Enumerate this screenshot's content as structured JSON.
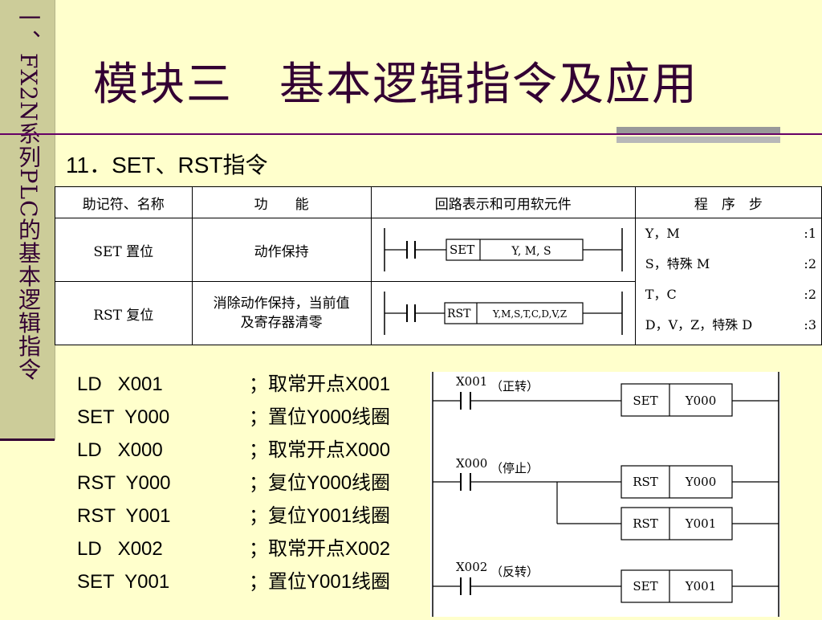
{
  "sidebar": {
    "text": "一、FX2N系列PLC的基本逻辑指令"
  },
  "title": "模块三　基本逻辑指令及应用",
  "subtitle": "11．SET、RST指令",
  "table": {
    "headers": [
      "助记符、名称",
      "功　　能",
      "回路表示和可用软元件",
      "程　序　步"
    ],
    "rows": [
      {
        "name": "SET 置位",
        "function": "动作保持",
        "box_op": "SET",
        "box_operands": "Y, M, S"
      },
      {
        "name": "RST 复位",
        "function_line1": "消除动作保持，当前值",
        "function_line2": "及寄存器清零",
        "box_op": "RST",
        "box_operands": "Y,M,S,T,C,D,V,Z"
      }
    ],
    "steps": [
      {
        "devices": "Y，M",
        "count": ":1"
      },
      {
        "devices": "S，特殊 M",
        "count": ":2"
      },
      {
        "devices": "T，C",
        "count": ":2"
      },
      {
        "devices": "D，V，Z，特殊 D",
        "count": ":3"
      }
    ]
  },
  "program": [
    {
      "code": "LD   X001",
      "comment": "；取常开点X001"
    },
    {
      "code": "SET  Y000",
      "comment": "；置位Y000线圈"
    },
    {
      "code": "LD   X000",
      "comment": "；取常开点X000"
    },
    {
      "code": "RST  Y000",
      "comment": "；复位Y000线圈"
    },
    {
      "code": "RST  Y001",
      "comment": "；复位Y001线圈"
    },
    {
      "code": "LD   X002",
      "comment": "；取常开点X002"
    },
    {
      "code": "SET  Y001",
      "comment": "；置位Y001线圈"
    }
  ],
  "ladder": {
    "rungs": [
      {
        "contact": "X001",
        "note": "（正转）",
        "coils": [
          {
            "op": "SET",
            "operand": "Y000"
          }
        ]
      },
      {
        "contact": "X000",
        "note": "（停止）",
        "coils": [
          {
            "op": "RST",
            "operand": "Y000"
          },
          {
            "op": "RST",
            "operand": "Y001"
          }
        ]
      },
      {
        "contact": "X002",
        "note": "（反转）",
        "coils": [
          {
            "op": "SET",
            "operand": "Y001"
          }
        ]
      }
    ]
  }
}
